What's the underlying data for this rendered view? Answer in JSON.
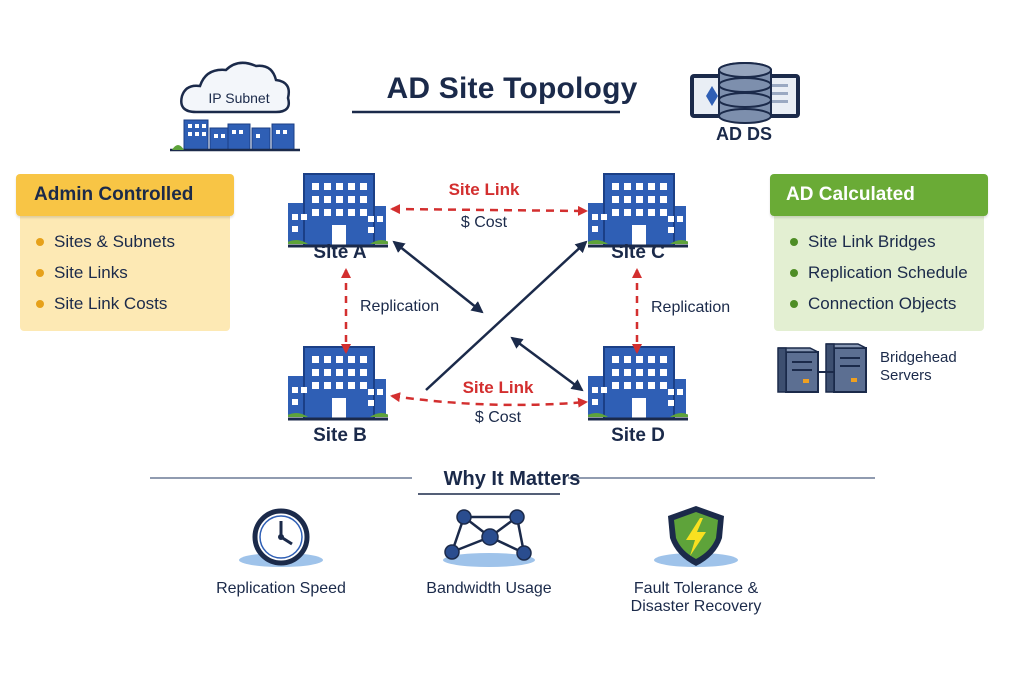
{
  "title": "AD Site Topology",
  "ip_subnet": {
    "label": "IP Subnet"
  },
  "ad_ds": {
    "label": "AD DS"
  },
  "admin_panel": {
    "header": "Admin Controlled",
    "items": [
      "Sites & Subnets",
      "Site Links",
      "Site Link Costs"
    ]
  },
  "calc_panel": {
    "header": "AD Calculated",
    "items": [
      "Site Link Bridges",
      "Replication Schedule",
      "Connection Objects"
    ]
  },
  "bridgehead": {
    "line1": "Bridgehead",
    "line2": "Servers"
  },
  "sites": {
    "a": "Site A",
    "b": "Site B",
    "c": "Site C",
    "d": "Site D"
  },
  "links": {
    "top": {
      "label": "Site Link",
      "cost": "$ Cost"
    },
    "bottom": {
      "label": "Site Link",
      "cost": "$ Cost"
    },
    "left_replication": "Replication",
    "right_replication": "Replication"
  },
  "why": {
    "title": "Why It Matters",
    "items": [
      {
        "line1": "Replication Speed",
        "line2": ""
      },
      {
        "line1": "Bandwidth Usage",
        "line2": ""
      },
      {
        "line1": "Fault Tolerance &",
        "line2": "Disaster Recovery"
      }
    ]
  },
  "colors": {
    "navy": "#1b2a4a",
    "building_blue": "#2f5fb5",
    "link_red": "#d32f2f",
    "admin_yellow": "#f8c545",
    "calc_green": "#6aab36"
  }
}
